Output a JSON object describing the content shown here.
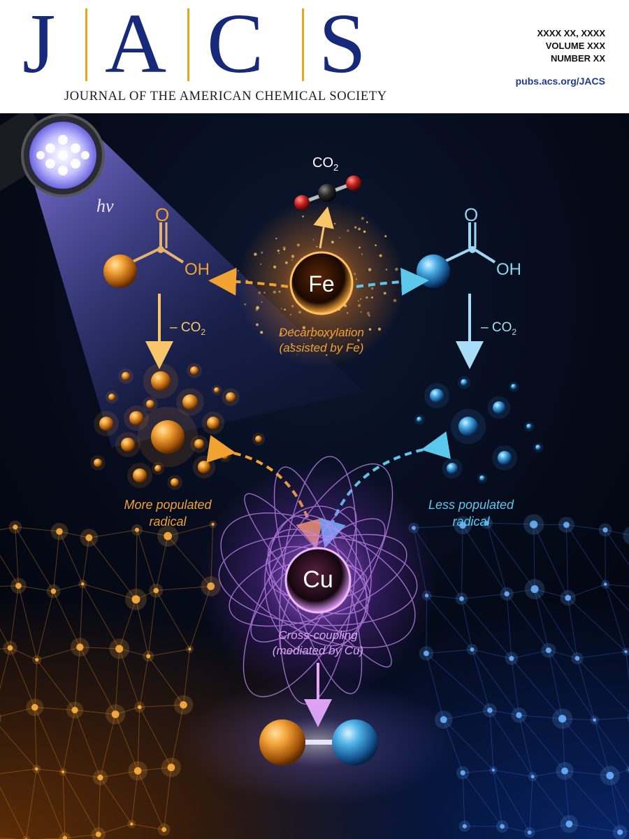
{
  "journal": {
    "logo_letters": [
      "J",
      "A",
      "C",
      "S"
    ],
    "full_name": "JOURNAL OF THE AMERICAN CHEMICAL SOCIETY",
    "issue_date": "XXXX XX, XXXX",
    "volume": "VOLUME XXX",
    "number": "NUMBER XX",
    "url": "pubs.acs.org/JACS"
  },
  "illustration": {
    "light_label": "hν",
    "co2_label": "CO",
    "co2_sub": "2",
    "left_acid_label": "OH",
    "left_acid_o": "O",
    "right_acid_label": "OH",
    "right_acid_o": "O",
    "iron_symbol": "Fe",
    "copper_symbol": "Cu",
    "left_step": "– CO",
    "left_step_sub": "2",
    "right_step": "– CO",
    "right_step_sub": "2",
    "decarboxylation_line1": "Decarboxylation",
    "decarboxylation_line2": "(assisted by Fe)",
    "more_radical_line1": "More populated",
    "more_radical_line2": "radical",
    "less_radical_line1": "Less populated",
    "less_radical_line2": "radical",
    "coupling_line1": "Cross-coupling",
    "coupling_line2": "(mediated by Cu)"
  },
  "colors": {
    "masthead_blue": "#16297a",
    "masthead_gold": "#e8a81c",
    "url_blue": "#1b3a94",
    "orange": "#f2a230",
    "cyan": "#5cc8ec",
    "purple": "#c07cf0",
    "fe_glow": "#ff9a2a",
    "cu_glow": "#b45cff"
  }
}
